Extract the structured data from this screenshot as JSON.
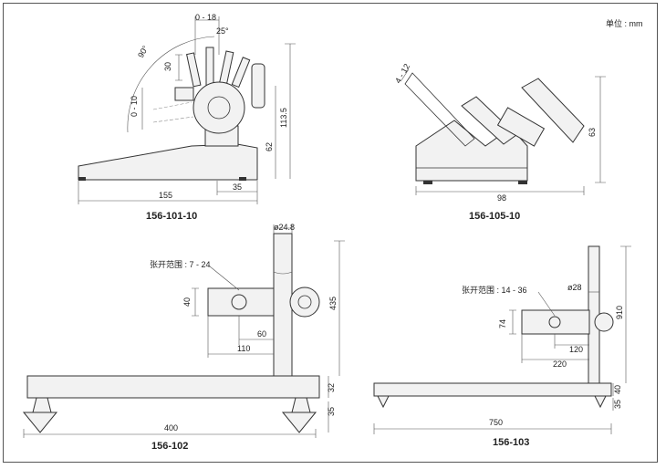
{
  "unit_note": "单位 : mm",
  "views": [
    {
      "model": "156-101-10",
      "dims": {
        "range_top": "0 - 18",
        "angle_small": "25°",
        "height_30": "30",
        "angle_90": "90°",
        "range_side": "0 - 10",
        "height_113": "113.5",
        "height_62": "62",
        "width_155": "155",
        "width_35": "35"
      }
    },
    {
      "model": "156-105-10",
      "dims": {
        "range": "4 - 12",
        "height": "63",
        "width": "98"
      }
    },
    {
      "model": "156-102",
      "dims": {
        "opening_label": "张开范围 : 7 - 24",
        "diameter": "ø24.8",
        "height_40": "40",
        "reach_60": "60",
        "reach_110": "110",
        "height_435": "435",
        "base_32": "32",
        "foot_35": "35",
        "width_400": "400"
      }
    },
    {
      "model": "156-103",
      "dims": {
        "opening_label": "张开范围 : 14 - 36",
        "diameter": "ø28",
        "height_74": "74",
        "reach_120": "120",
        "reach_220": "220",
        "height_910": "910",
        "base_40": "40",
        "foot_35": "35",
        "width_750": "750"
      }
    }
  ]
}
